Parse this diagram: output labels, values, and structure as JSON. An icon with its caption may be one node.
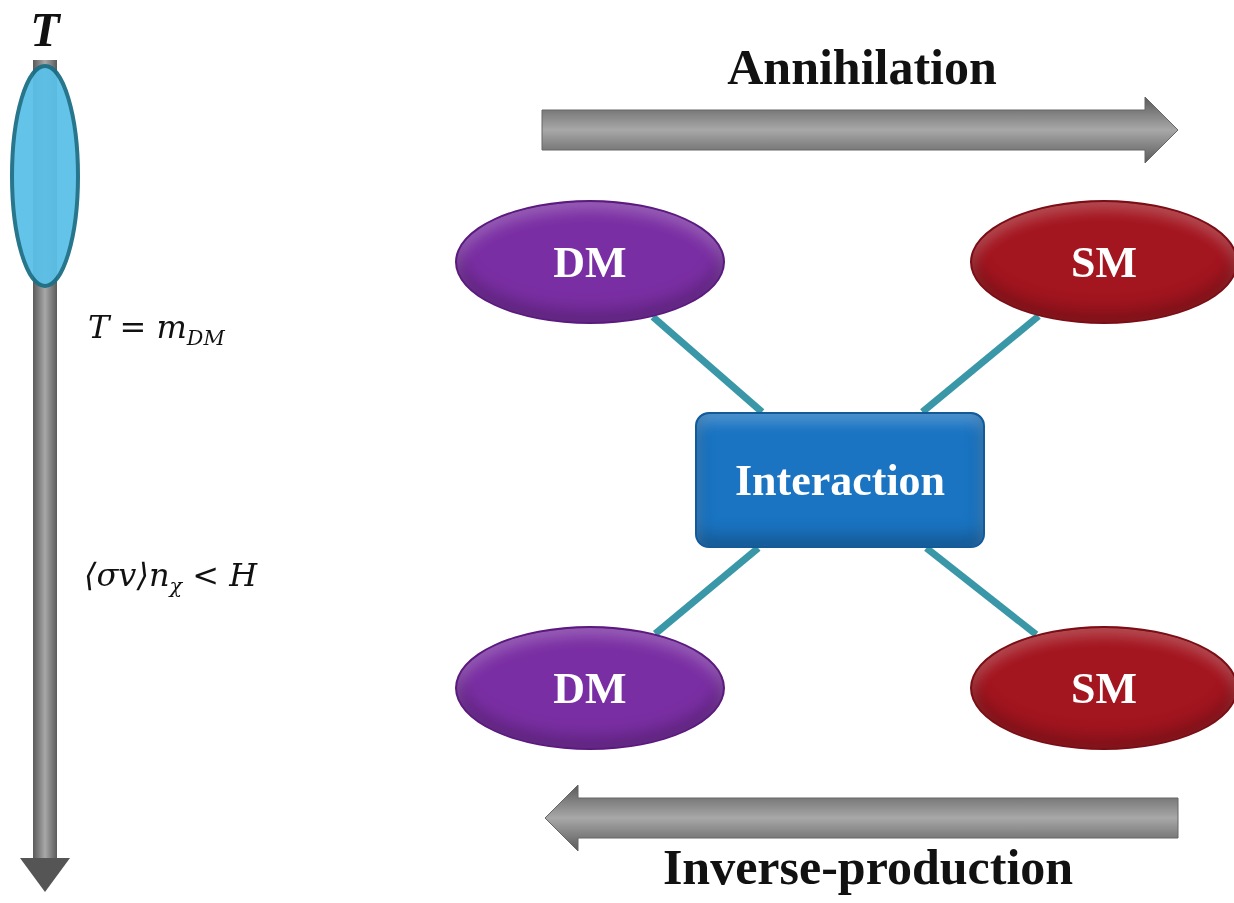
{
  "diagram": {
    "nodes": [
      {
        "text": [
          "DM"
        ]
      },
      {
        "text": [
          "SM"
        ]
      },
      {
        "text": [
          "Interaction"
        ]
      },
      {
        "text": [
          "DM"
        ]
      },
      {
        "text": [
          "SM"
        ]
      }
    ],
    "edges": [
      {
        "from": 0,
        "to": 2,
        "arrow": "none"
      },
      {
        "from": 1,
        "to": 2,
        "arrow": "none"
      },
      {
        "from": 3,
        "to": 2,
        "arrow": "none"
      },
      {
        "from": 4,
        "to": 2,
        "arrow": "none"
      }
    ],
    "labels": [
      "T",
      "T = m$_{DM}$",
      "⟨σv⟩n$_{χ}$ < H",
      "Annihilation",
      "Inverse-production"
    ]
  }
}
